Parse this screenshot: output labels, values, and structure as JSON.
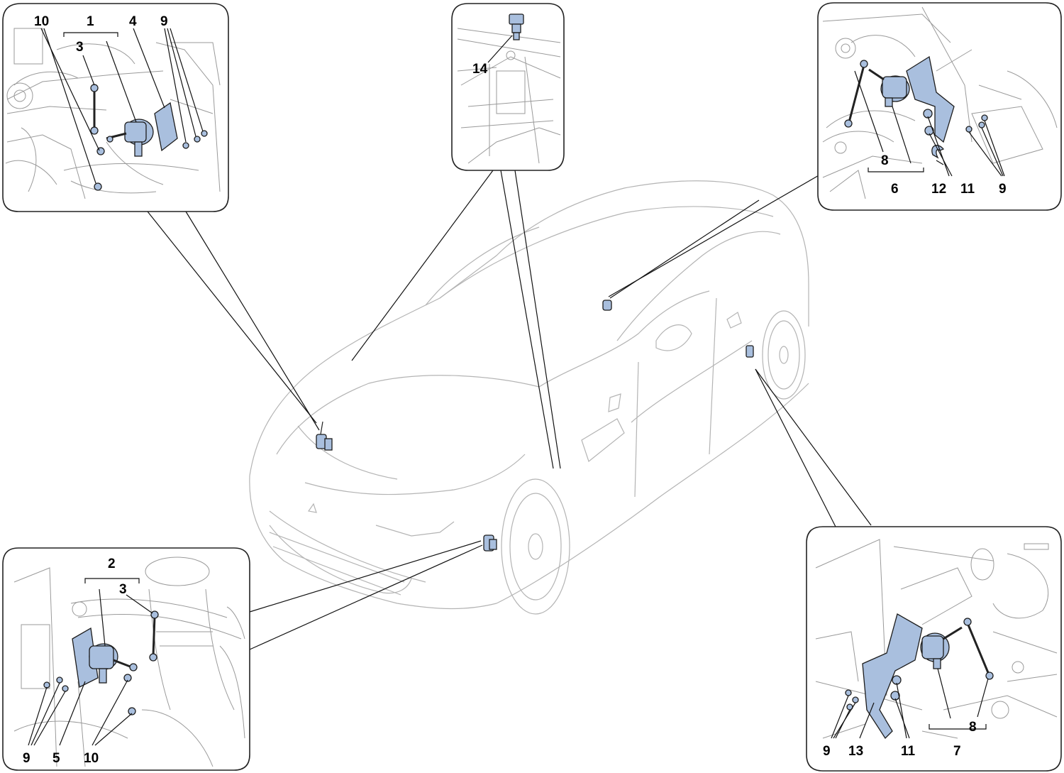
{
  "callouts": {
    "topLeft": [
      "10",
      "1",
      "3",
      "4",
      "9"
    ],
    "topMiddle": [
      "14"
    ],
    "topRight": [
      "8",
      "6",
      "12",
      "11",
      "9"
    ],
    "bottomLeft": [
      "2",
      "3",
      "9",
      "5",
      "10"
    ],
    "bottomRight": [
      "9",
      "13",
      "11",
      "7",
      "8"
    ]
  },
  "colors": {
    "part_fill": "#a9bfde",
    "line": "#222222",
    "car_outline": "#b4b4b4"
  }
}
